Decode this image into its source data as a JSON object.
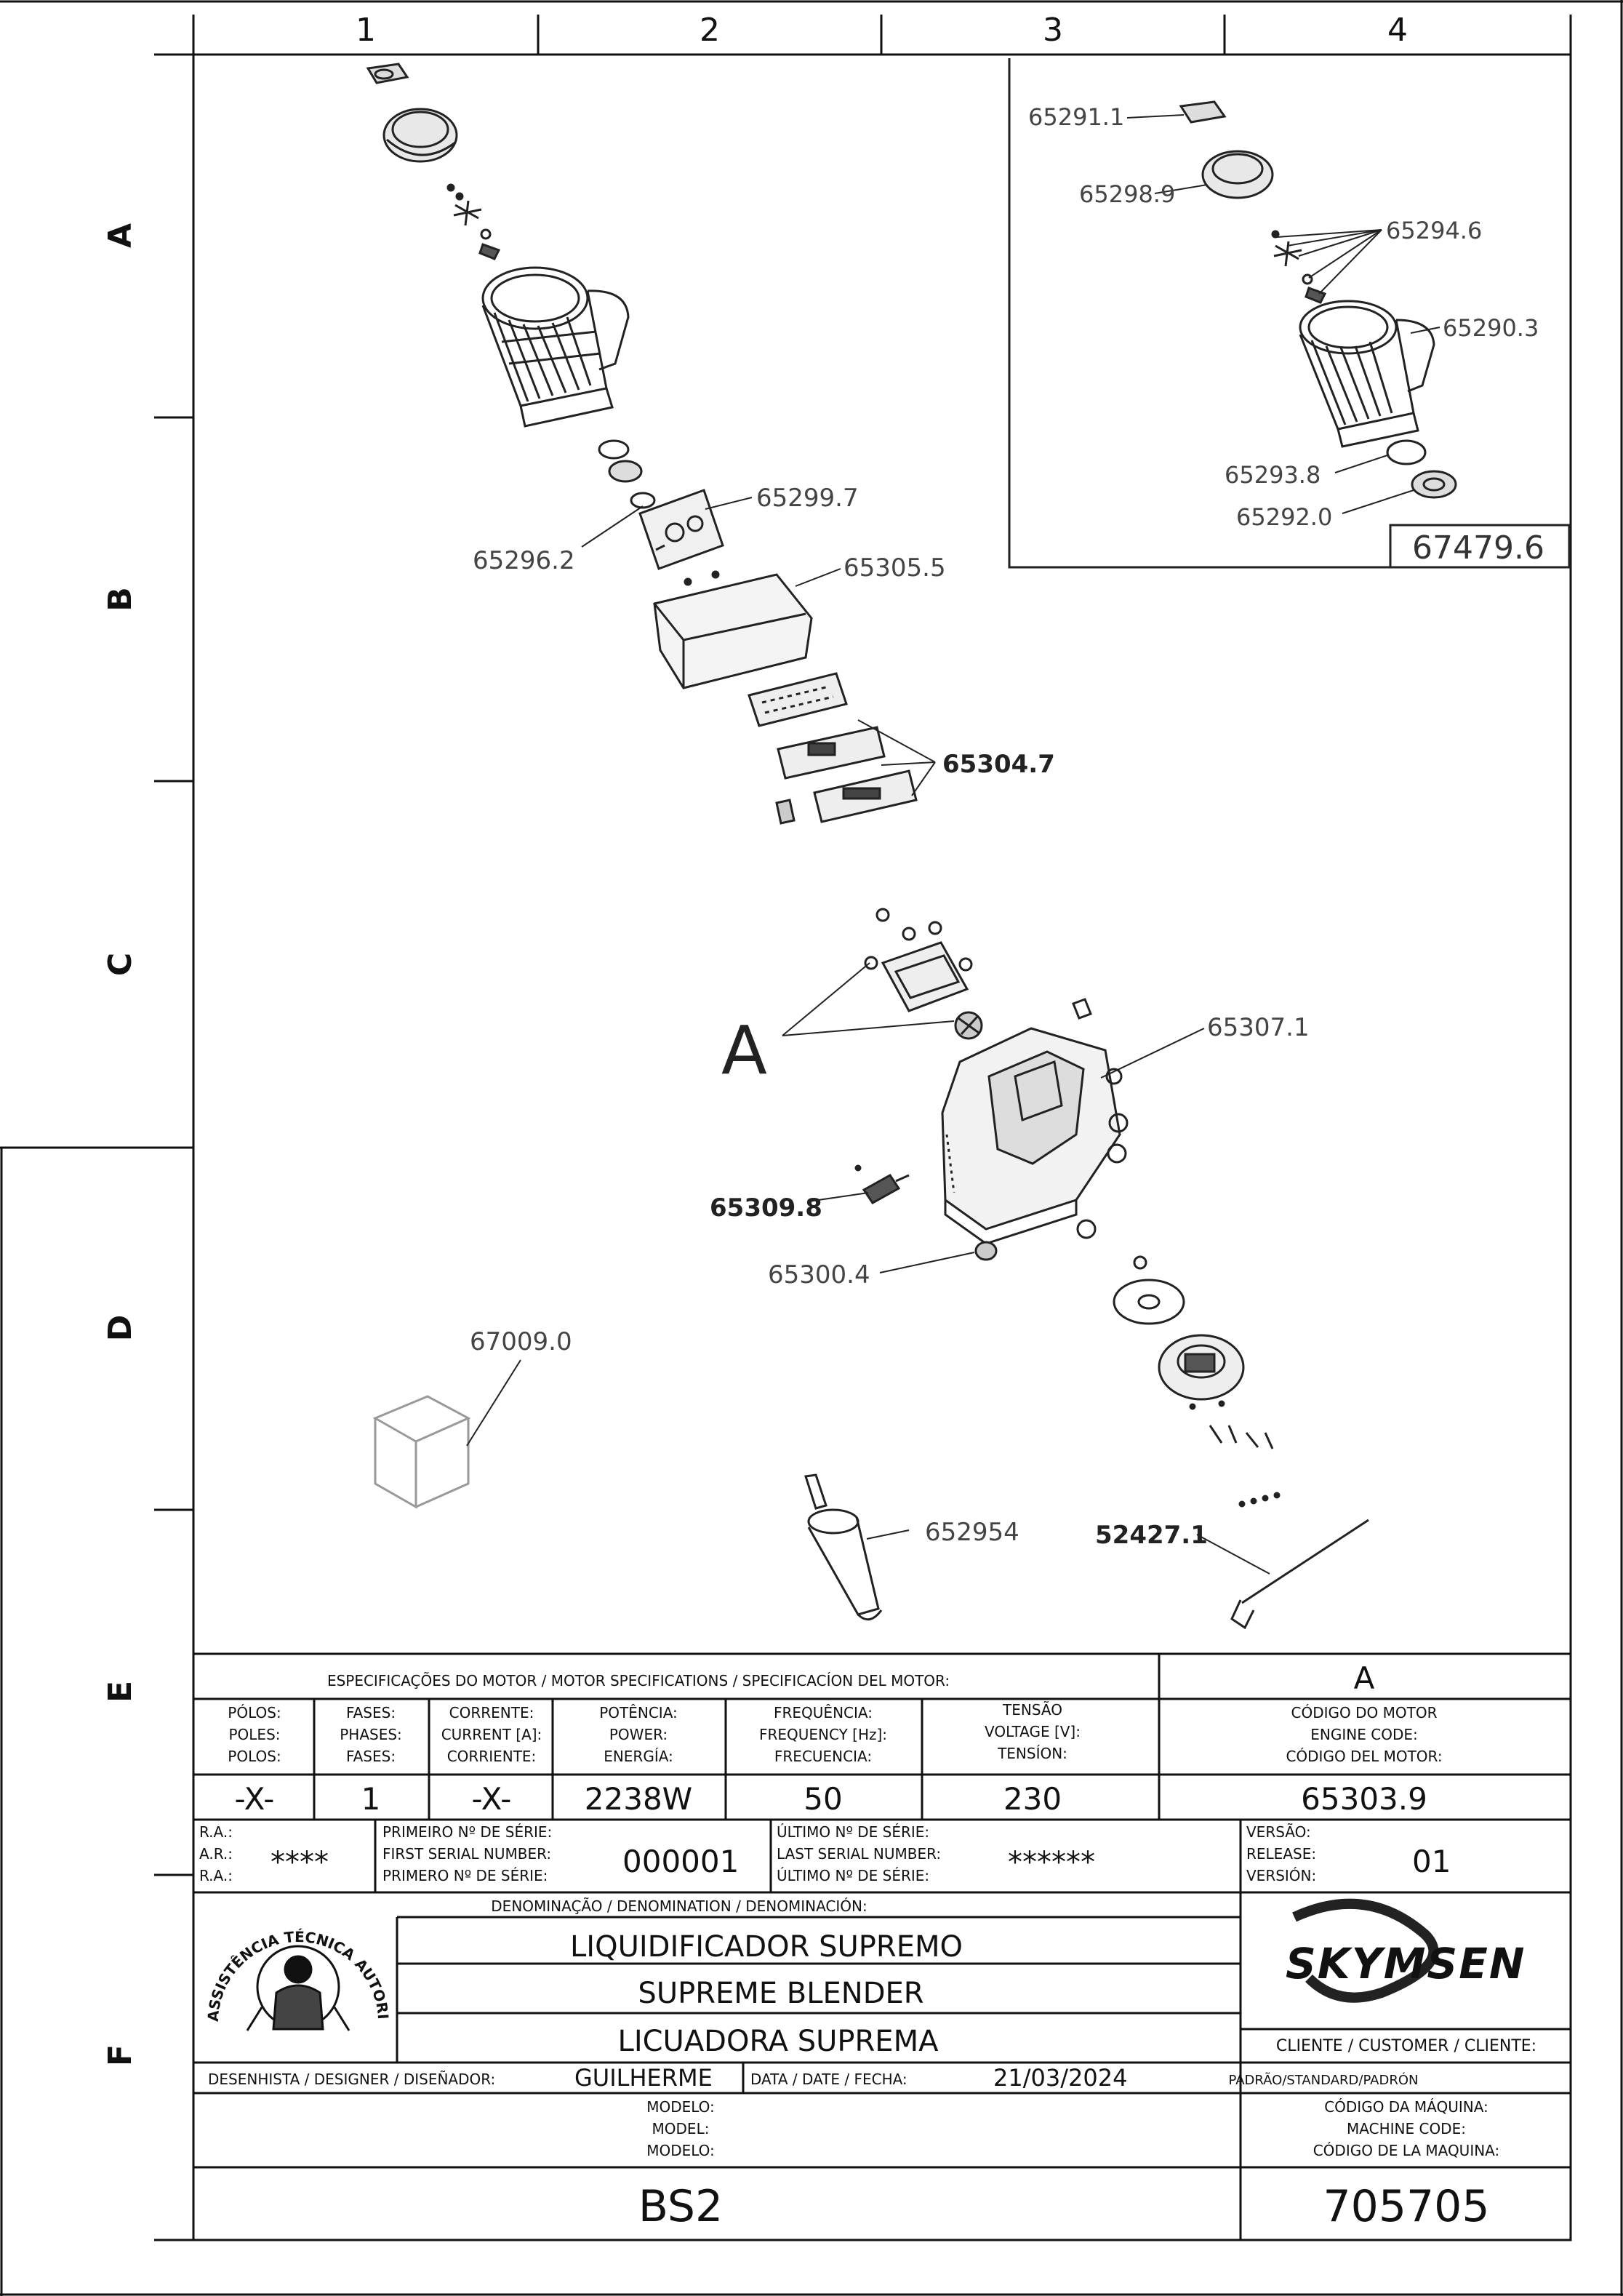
{
  "grid": {
    "columns": [
      "1",
      "2",
      "3",
      "4"
    ],
    "rows": [
      "A",
      "B",
      "C",
      "D",
      "E",
      "F"
    ]
  },
  "callouts": {
    "p65291_1": "65291.1",
    "p65298_9": "65298.9",
    "p65294_6": "65294.6",
    "p65290_3": "65290.3",
    "p65293_8": "65293.8",
    "p65292_0": "65292.0",
    "p67479_6": "67479.6",
    "p65299_7": "65299.7",
    "p65296_2": "65296.2",
    "p65305_5": "65305.5",
    "p65304_7": "65304.7",
    "detail_a": "A",
    "p65307_1": "65307.1",
    "p65309_8": "65309.8",
    "p65300_4": "65300.4",
    "p67009_0": "67009.0",
    "p652954": "652954",
    "p52427_1": "52427.1"
  },
  "title_block": {
    "motor_specs_header": "ESPECIFICAÇÕES DO MOTOR / MOTOR SPECIFICATIONS / SPECIFICACÍON DEL MOTOR:",
    "version_letter": "A",
    "col_poles": [
      "PÓLOS:",
      "POLES:",
      "POLOS:"
    ],
    "col_phases": [
      "FASES:",
      "PHASES:",
      "FASES:"
    ],
    "col_current": [
      "CORRENTE:",
      "CURRENT [A]:",
      "CORRIENTE:"
    ],
    "col_power": [
      "POTÊNCIA:",
      "POWER:",
      "ENERGÍA:"
    ],
    "col_frequency": [
      "FREQUÊNCIA:",
      "FREQUENCY [Hz]:",
      "FRECUENCIA:"
    ],
    "col_voltage": [
      "TENSÃO",
      "VOLTAGE [V]:",
      "TENSÍON:"
    ],
    "col_engine_code": [
      "CÓDIGO DO MOTOR",
      "ENGINE CODE:",
      "CÓDIGO DEL MOTOR:"
    ],
    "val_poles": "-X-",
    "val_phases": "1",
    "val_current": "-X-",
    "val_power": "2238W",
    "val_frequency": "50",
    "val_voltage": "230",
    "val_engine_code": "65303.9",
    "ra_labels": [
      "R.A.:",
      "A.R.:",
      "R.A.:"
    ],
    "ra_value": "****",
    "first_serial_labels": [
      "PRIMEIRO Nº DE SÉRIE:",
      "FIRST SERIAL NUMBER:",
      "PRIMERO Nº DE SÉRIE:"
    ],
    "first_serial_value": "000001",
    "last_serial_labels": [
      "ÚLTIMO Nº DE SÉRIE:",
      "LAST SERIAL NUMBER:",
      "ÚLTIMO Nº DE SÉRIE:"
    ],
    "last_serial_value": "******",
    "release_labels": [
      "VERSÃO:",
      "RELEASE:",
      "VERSIÓN:"
    ],
    "release_value": "01",
    "denomination_header": "DENOMINAÇÃO / DENOMINATION / DENOMINACIÓN:",
    "name_pt": "LIQUIDIFICADOR SUPREMO",
    "name_en": "SUPREME BLENDER",
    "name_es": "LICUADORA SUPREMA",
    "stamp_text": "ASSISTÊNCIA TÉCNICA AUTORIZADA",
    "brand": "SKYMSEN",
    "client_label": "CLIENTE / CUSTOMER / CLIENTE:",
    "client_value": "PADRÃO/STANDARD/PADRÓN",
    "designer_label": "DESENHISTA / DESIGNER / DISEÑADOR:",
    "designer_value": "GUILHERME",
    "date_label": "DATA / DATE / FECHA:",
    "date_value": "21/03/2024",
    "model_labels": [
      "MODELO:",
      "MODEL:",
      "MODELO:"
    ],
    "model_value": "BS2",
    "machine_code_labels": [
      "CÓDIGO DA MÁQUINA:",
      "MACHINE CODE:",
      "CÓDIGO DE LA MAQUINA:"
    ],
    "machine_code_value": "705705"
  }
}
